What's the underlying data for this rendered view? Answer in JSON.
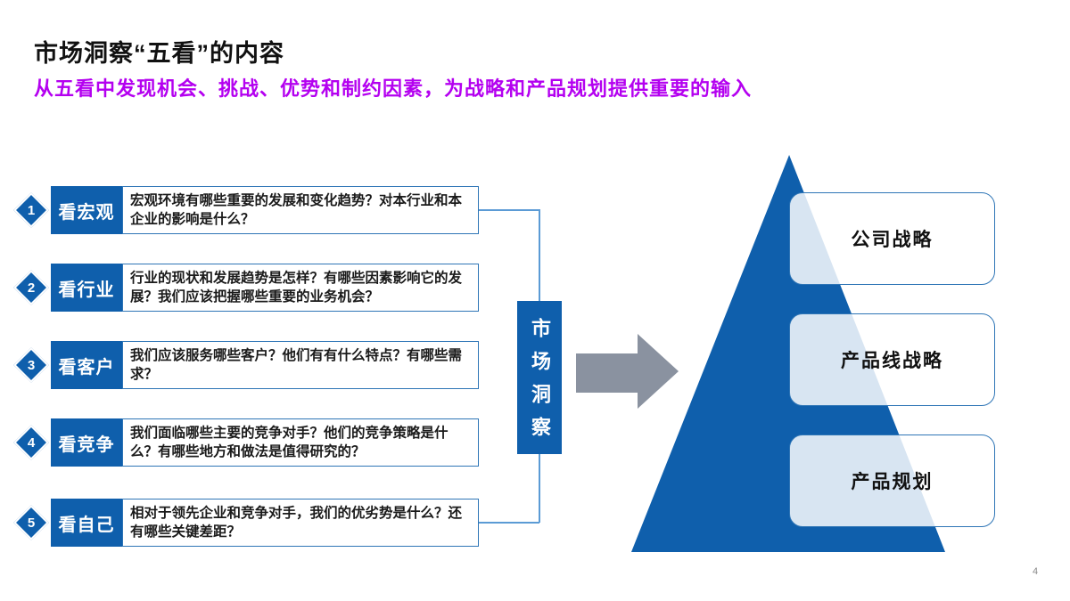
{
  "slide": {
    "title": "市场洞察“五看”的内容",
    "subtitle": "从五看中发现机会、挑战、优势和制约因素，为战略和产品规划提供重要的输入",
    "page_number": "4"
  },
  "rows": [
    {
      "num": "1",
      "label": "看宏观",
      "desc": "宏观环境有哪些重要的发展和变化趋势？对本行业和本企业的影响是什么？"
    },
    {
      "num": "2",
      "label": "看行业",
      "desc": "行业的现状和发展趋势是怎样？有哪些因素影响它的发展？我们应该把握哪些重要的业务机会？"
    },
    {
      "num": "3",
      "label": "看客户",
      "desc": "我们应该服务哪些客户？他们有有什么特点？有哪些需求？"
    },
    {
      "num": "4",
      "label": "看竞争",
      "desc": "我们面临哪些主要的竞争对手？他们的竞争策略是什么？有哪些地方和做法是值得研究的？"
    },
    {
      "num": "5",
      "label": "看自己",
      "desc": "相对于领先企业和竞争对手，我们的优劣势是什么？还有哪些关键差距？"
    }
  ],
  "center": {
    "label": "市场洞察"
  },
  "pyramid": {
    "levels": [
      "公司战略",
      "产品线战略",
      "产品规划"
    ]
  },
  "colors": {
    "brand_blue": "#0F5FAC",
    "box_border_blue": "#2E75B6",
    "connector_blue": "#5B9BD5",
    "arrow_gray": "#8A92A0",
    "subtitle_magenta": "#B400F0",
    "overlay_tint": "#DBE8F4",
    "title_black": "#111111",
    "page_number_gray": "#8A8A8A"
  }
}
